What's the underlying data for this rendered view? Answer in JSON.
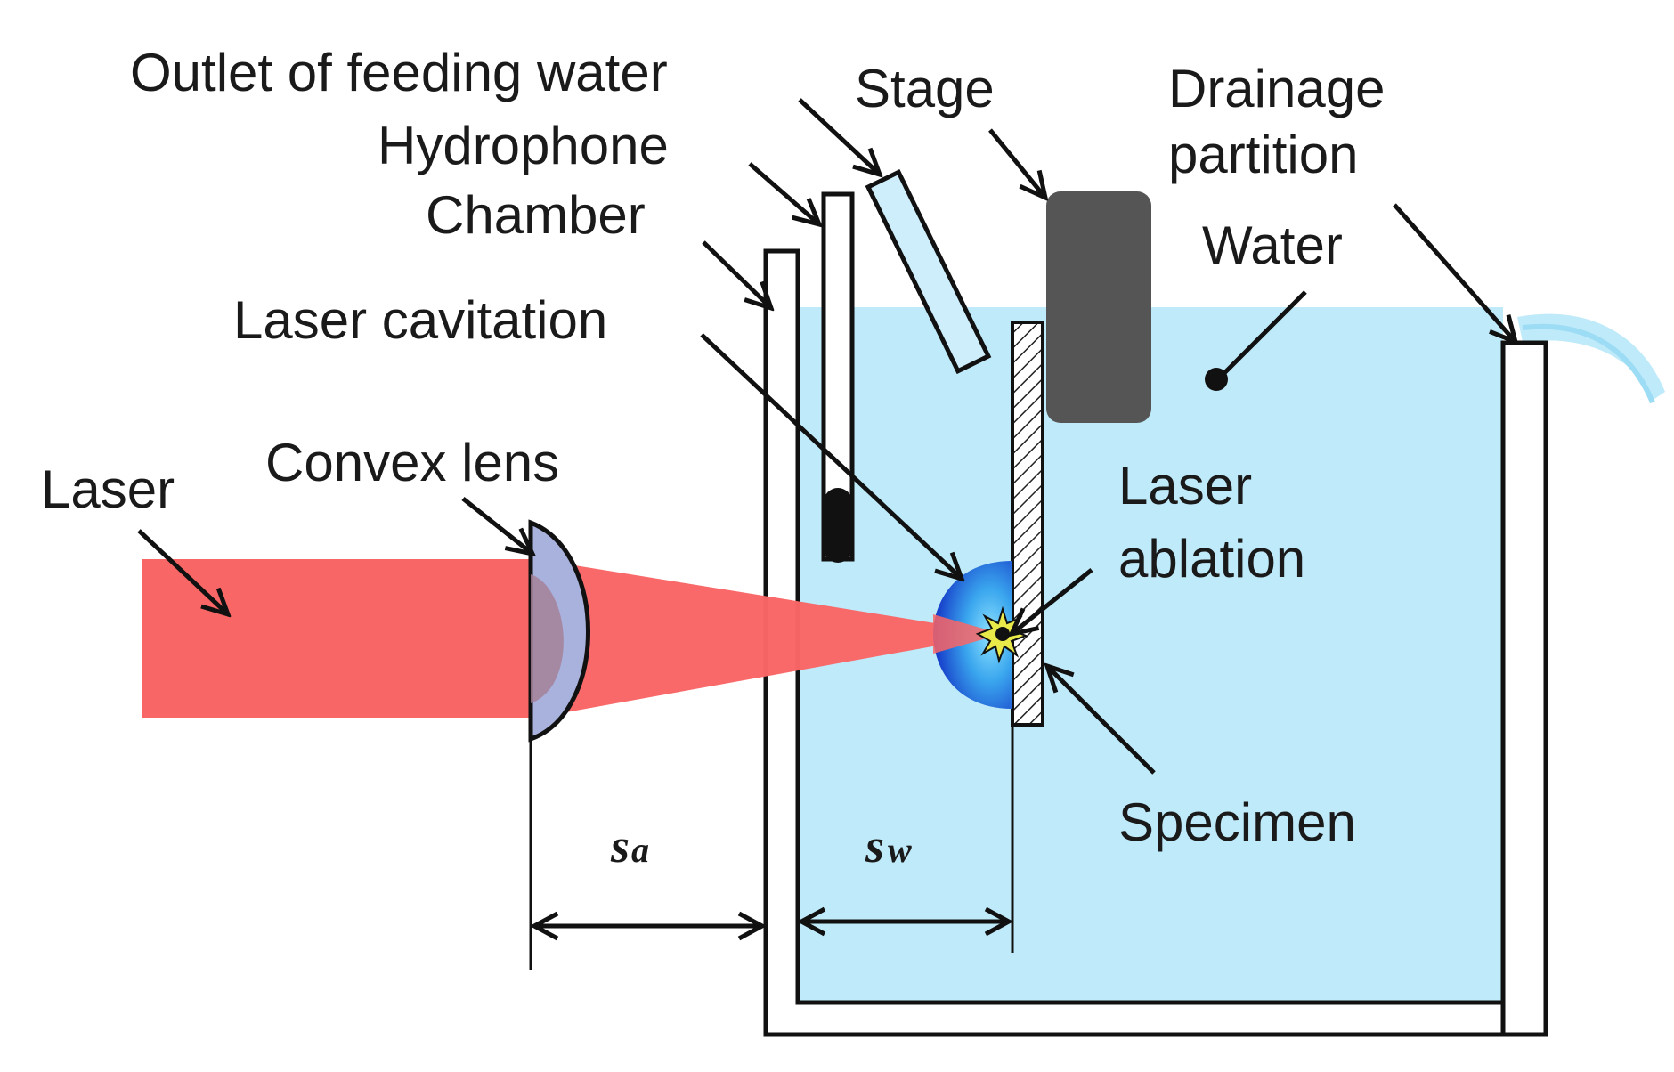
{
  "labels": {
    "outlet": "Outlet of feeding water",
    "stage": "Stage",
    "drainage_line1": "Drainage",
    "drainage_line2": "partition",
    "hydrophone": "Hydrophone",
    "chamber": "Chamber",
    "water": "Water",
    "laser_cavitation": "Laser cavitation",
    "convex_lens": "Convex lens",
    "laser": "Laser",
    "laser_ablation_line1": "Laser",
    "laser_ablation_line2": "ablation",
    "specimen": "Specimen"
  },
  "dimensions": {
    "sa_main": "s",
    "sa_sub": "a",
    "sw_main": "s",
    "sw_sub": "w"
  },
  "colors": {
    "water": "#bfeaf9",
    "laser_beam": "#f96666",
    "lens": "#a9b2dd",
    "stage": "#555555",
    "bubble_outer": "#1f4fd6",
    "bubble_inner": "#4fc4f0"
  }
}
